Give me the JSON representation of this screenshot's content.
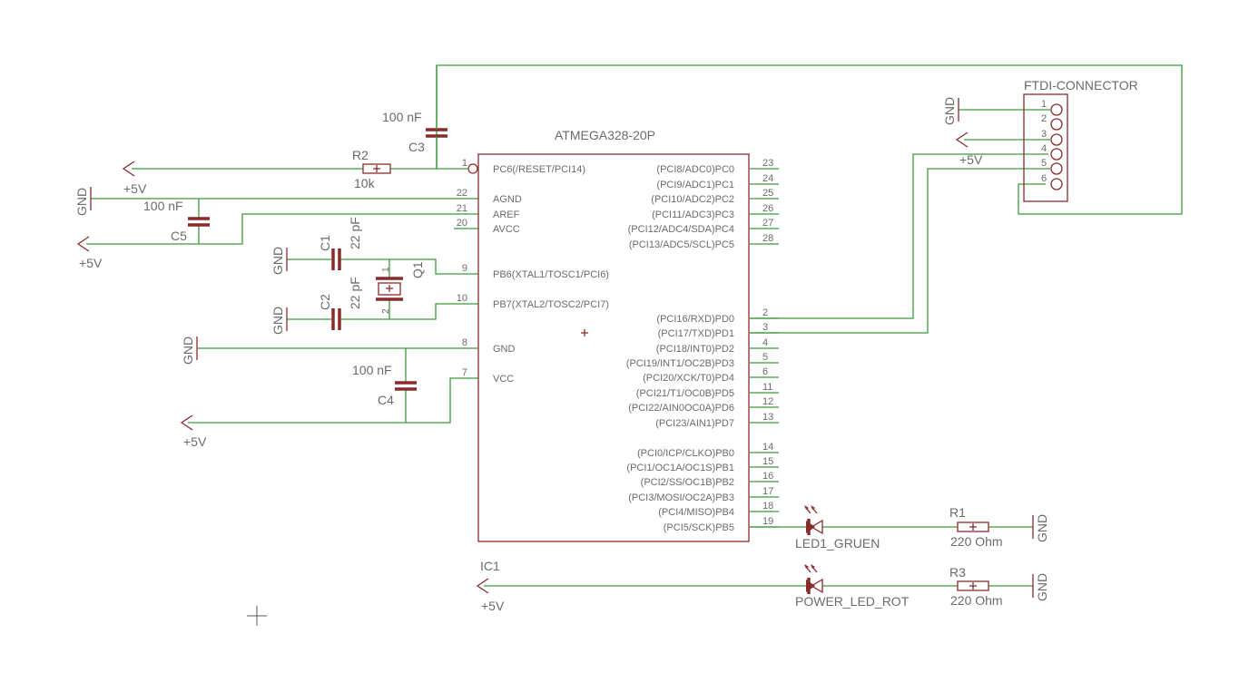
{
  "ic": {
    "part": "ATMEGA328-20P",
    "name": "IC1",
    "left_pins": [
      {
        "num": "1",
        "label": "PC6(/RESET/PCI14)"
      },
      {
        "num": "22",
        "label": "AGND"
      },
      {
        "num": "21",
        "label": "AREF"
      },
      {
        "num": "20",
        "label": "AVCC"
      },
      {
        "num": "9",
        "label": "PB6(XTAL1/TOSC1/PCI6)"
      },
      {
        "num": "10",
        "label": "PB7(XTAL2/TOSC2/PCI7)"
      },
      {
        "num": "8",
        "label": "GND"
      },
      {
        "num": "7",
        "label": "VCC"
      }
    ],
    "right_pins": [
      {
        "num": "23",
        "label": "(PCI8/ADC0)PC0"
      },
      {
        "num": "24",
        "label": "(PCI9/ADC1)PC1"
      },
      {
        "num": "25",
        "label": "(PCI10/ADC2)PC2"
      },
      {
        "num": "26",
        "label": "(PCI11/ADC3)PC3"
      },
      {
        "num": "27",
        "label": "(PCI12/ADC4/SDA)PC4"
      },
      {
        "num": "28",
        "label": "(PCI13/ADC5/SCL)PC5"
      },
      {
        "num": "2",
        "label": "(PCI16/RXD)PD0"
      },
      {
        "num": "3",
        "label": "(PCI17/TXD)PD1"
      },
      {
        "num": "4",
        "label": "(PCI18/INT0)PD2"
      },
      {
        "num": "5",
        "label": "(PCI19/INT1/OC2B)PD3"
      },
      {
        "num": "6",
        "label": "(PCI20/XCK/T0)PD4"
      },
      {
        "num": "11",
        "label": "(PCI21/T1/OC0B)PD5"
      },
      {
        "num": "12",
        "label": "(PCI22/AIN0OC0A)PD6"
      },
      {
        "num": "13",
        "label": "(PCI23/AIN1)PD7"
      },
      {
        "num": "14",
        "label": "(PCI0/ICP/CLKO)PB0"
      },
      {
        "num": "15",
        "label": "(PCI1/OC1A/OC1S)PB1"
      },
      {
        "num": "16",
        "label": "(PCI2/SS/OC1B)PB2"
      },
      {
        "num": "17",
        "label": "(PCI3/MOSI/OC2A)PB3"
      },
      {
        "num": "18",
        "label": "(PCI4/MISO)PB4"
      },
      {
        "num": "19",
        "label": "(PCI5/SCK)PB5"
      }
    ]
  },
  "components": {
    "c3": {
      "name": "C3",
      "value": "100 nF"
    },
    "r2": {
      "name": "R2",
      "value": "10k"
    },
    "c5": {
      "name": "C5",
      "value": "100 nF"
    },
    "c1": {
      "name": "C1",
      "value": "22 pF"
    },
    "c2": {
      "name": "C2",
      "value": "22 pF"
    },
    "q1": {
      "name": "Q1",
      "pin1": "1",
      "pin2": "2"
    },
    "c4": {
      "name": "C4",
      "value": "100 nF"
    },
    "led1": {
      "name": "LED1_GRUEN"
    },
    "r1": {
      "name": "R1",
      "value": "220 Ohm"
    },
    "led2": {
      "name": "POWER_LED_ROT"
    },
    "r3": {
      "name": "R3",
      "value": "220 Ohm"
    }
  },
  "connector": {
    "name": "FTDI-CONNECTOR",
    "pins": [
      "1",
      "2",
      "3",
      "4",
      "5",
      "6"
    ]
  },
  "supplies": {
    "vcc": "+5V",
    "gnd": "GND"
  }
}
